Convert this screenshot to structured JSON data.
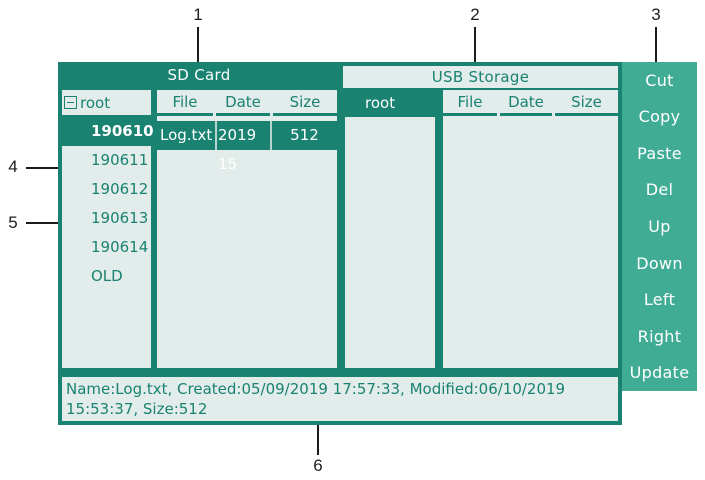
{
  "callouts": {
    "c1": "1",
    "c2": "2",
    "c3": "3",
    "c4": "4",
    "c5": "5",
    "c6": "6"
  },
  "sd": {
    "title": "SD Card",
    "tree": {
      "root": "root",
      "items": [
        "190610",
        "190611",
        "190612",
        "190613",
        "190614",
        "OLD"
      ],
      "selected": "190610"
    },
    "list": {
      "columns": [
        "File",
        "Date",
        "Size"
      ],
      "row": {
        "file": "Log.txt",
        "date": "2019 15",
        "size": "512"
      }
    }
  },
  "usb": {
    "title": "USB Storage",
    "tree": {
      "root": "root"
    },
    "list": {
      "columns": [
        "File",
        "Date",
        "Size"
      ]
    }
  },
  "buttons": [
    "Cut",
    "Copy",
    "Paste",
    "Del",
    "Up",
    "Down",
    "Left",
    "Right",
    "Update"
  ],
  "status": {
    "text": "Name:Log.txt, Created:05/09/2019 17:57:33, Modified:06/10/2019 15:53:37, Size:512"
  },
  "colors": {
    "dark_teal": "#1a8270",
    "button_teal": "#41ac94",
    "panel_light": "#e2eceb",
    "divider_light": "#b7d4ce"
  }
}
